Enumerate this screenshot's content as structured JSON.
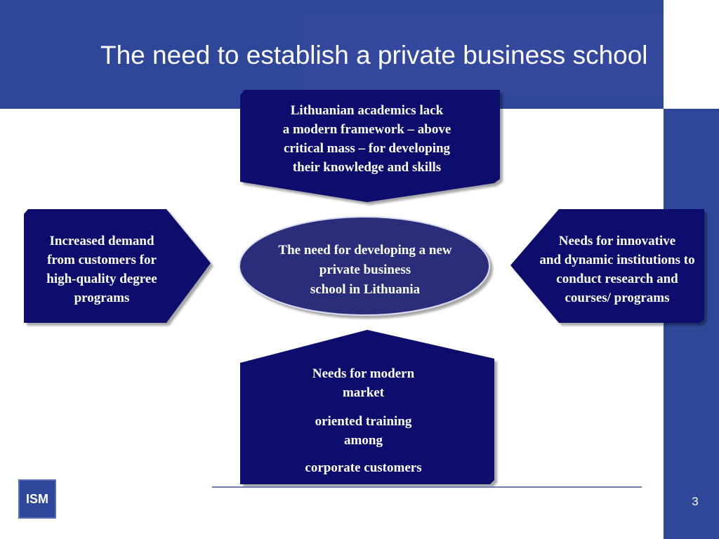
{
  "slide": {
    "title": "The need to establish a private business school",
    "page_number": "3",
    "logo_text": "ISM"
  },
  "diagram": {
    "center": {
      "lines": [
        "The need for developing a new",
        "private business",
        "school in Lithuania"
      ]
    },
    "top_box": {
      "lines": [
        "Lithuanian academics lack",
        "a modern framework – above",
        "critical mass – for developing",
        "their knowledge and skills"
      ]
    },
    "left_box": {
      "lines": [
        "Increased demand",
        "from customers for",
        "high-quality degree",
        "programs"
      ]
    },
    "right_box": {
      "lines": [
        "Needs for innovative",
        "and dynamic institutions to",
        "conduct research and",
        "courses/ programs"
      ]
    },
    "bottom_box": {
      "lines": [
        "Needs for modern",
        "market",
        "oriented training",
        "among",
        "corporate customers"
      ]
    }
  },
  "colors": {
    "header": "#2f4798",
    "box": "#0a0a6e",
    "ellipse": "#2b2e7a"
  }
}
